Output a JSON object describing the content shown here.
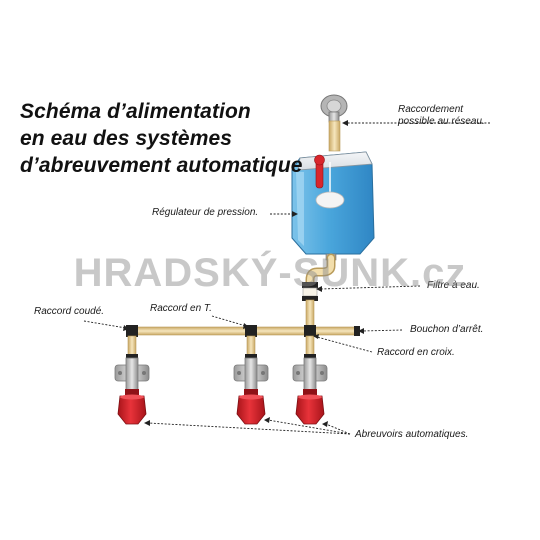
{
  "title_lines": [
    "Schéma d’alimentation",
    "en eau des systèmes",
    "d’abreuvement automatique"
  ],
  "labels": {
    "raccordement": [
      "Raccordement",
      "possible au réseau."
    ],
    "regulateur": "Régulateur de pression.",
    "filtre": "Filtre à eau.",
    "raccord_coude": "Raccord coudé.",
    "raccord_t": "Raccord en T.",
    "bouchon": "Bouchon d’arrêt.",
    "raccord_croix": "Raccord en croix.",
    "abreuvoirs": "Abreuvoirs automatiques."
  },
  "watermark": "HRADSKÝ-SUNK.cz",
  "colors": {
    "pipe": "#efd9a4",
    "pipe_edge": "#b99b5a",
    "tank": "#4aa6dc",
    "tank_light": "#9fd3f0",
    "drinker_red": "#d8262c",
    "metal": "#c4c4c4",
    "leader": "#222222"
  }
}
